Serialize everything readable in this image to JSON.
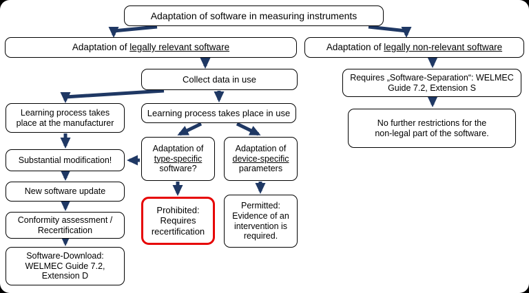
{
  "colors": {
    "arrow": "#1f3864",
    "box_border": "#000000",
    "prohibited_border": "#e60000",
    "background": "#ffffff"
  },
  "nodes": {
    "title": "Adaptation of software in measuring instruments",
    "legally_relevant": {
      "prefix": "Adaptation of ",
      "underlined": "legally relevant software"
    },
    "legally_non_relevant": {
      "prefix": "Adaptation of ",
      "underlined": "legally non-relevant software"
    },
    "collect": "Collect data in use",
    "learning_manufacturer": "Learning process takes place at the manufacturer",
    "learning_in_use": "Learning process takes place in use",
    "type_specific": {
      "prefix": "Adaptation of ",
      "underlined": "type-specific",
      "suffix": " software?"
    },
    "device_specific": {
      "prefix": "Adaptation of ",
      "underlined": "device-specific",
      "suffix": " parameters"
    },
    "substantial": "Substantial modification!",
    "new_update": "New software update",
    "conformity": "Conformity assessment / Recertification",
    "download": "Software-Download: WELMEC Guide 7.2, Extension D",
    "prohibited": "Prohibited: Requires recertification",
    "permitted": "Permitted: Evidence of an intervention is required.",
    "requires_separation": "Requires „Software-Separation“: WELMEC Guide 7.2, Extension S",
    "no_further": "No further restrictions for the non-legal part of the software."
  }
}
